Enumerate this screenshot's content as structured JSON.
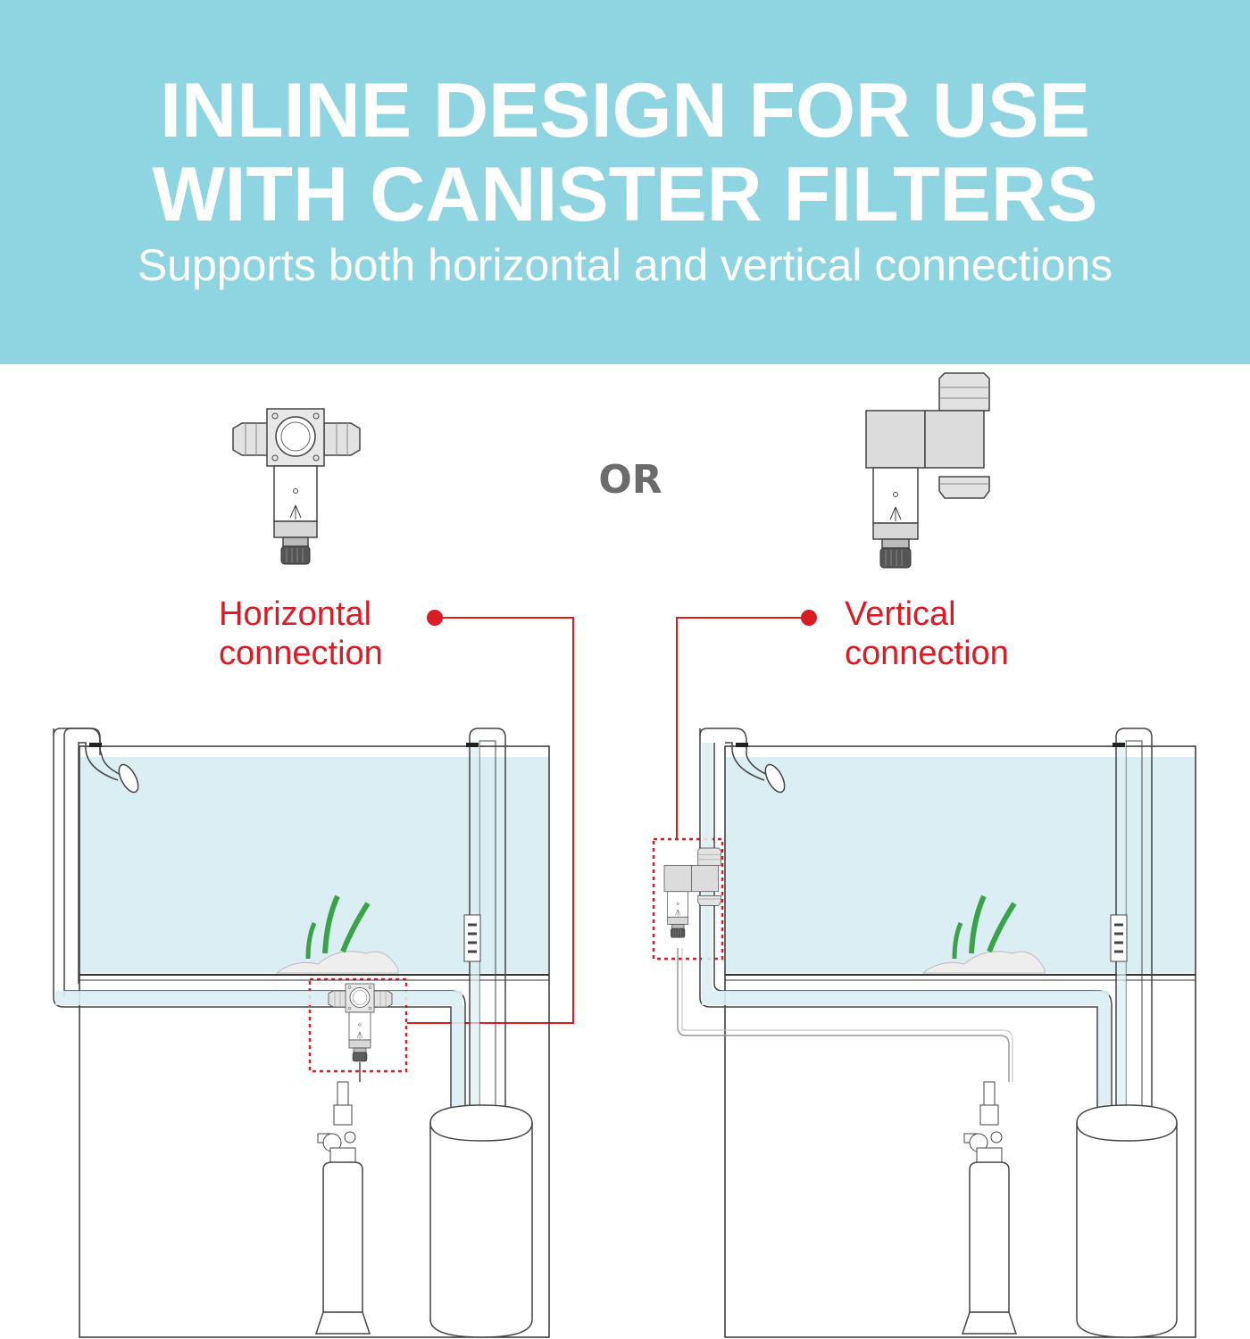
{
  "header": {
    "title_line1": "INLINE DESIGN FOR USE",
    "title_line2": "WITH CANISTER FILTERS",
    "subtitle": "Supports both horizontal and vertical connections",
    "background_color": "#8ed4e1"
  },
  "diagram": {
    "or_label": "OR",
    "horizontal": {
      "label_line1": "Horizontal",
      "label_line2": "connection"
    },
    "vertical": {
      "label_line1": "Vertical",
      "label_line2": "connection"
    },
    "accent_color": "#d81d25",
    "water_color": "#dbeef3"
  }
}
